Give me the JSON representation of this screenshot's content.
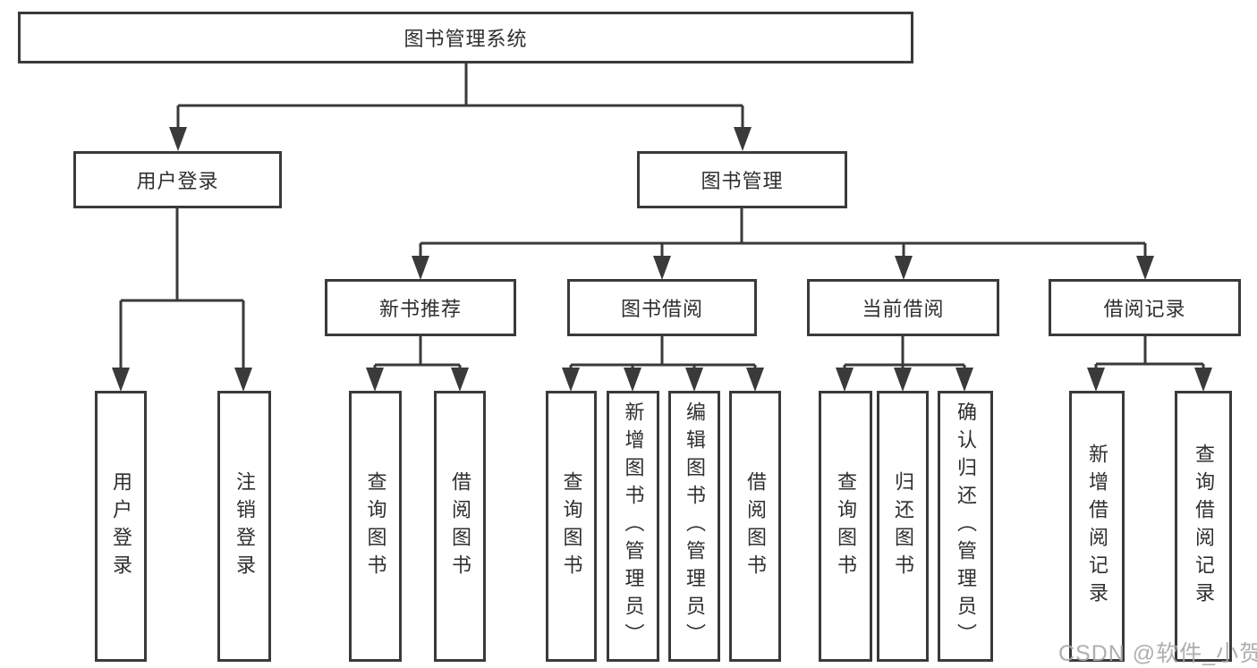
{
  "diagram": {
    "kind": "functional-decomposition-tree",
    "line_color": "#3a3a3a",
    "box_background": "#ffffff",
    "text_color": "#2f2f2f",
    "watermark_color": "#a8a8a8"
  },
  "tree": {
    "label": "图书管理系统",
    "children": [
      {
        "label": "用户登录",
        "children": [
          {
            "label": "用户登录"
          },
          {
            "label": "注销登录"
          }
        ]
      },
      {
        "label": "图书管理",
        "children": [
          {
            "label": "新书推荐",
            "children": [
              {
                "label": "查询图书"
              },
              {
                "label": "借阅图书"
              }
            ]
          },
          {
            "label": "图书借阅",
            "children": [
              {
                "label": "查询图书"
              },
              {
                "label": "新增图书（管理员）"
              },
              {
                "label": "编辑图书（管理员）"
              },
              {
                "label": "借阅图书"
              }
            ]
          },
          {
            "label": "当前借阅",
            "children": [
              {
                "label": "查询图书"
              },
              {
                "label": "归还图书"
              },
              {
                "label": "确认归还（管理员）"
              }
            ]
          },
          {
            "label": "借阅记录",
            "children": [
              {
                "label": "新增借阅记录"
              },
              {
                "label": "查询借阅记录"
              }
            ]
          }
        ]
      }
    ]
  },
  "watermark": {
    "text": "CSDN @软件_小贺同学"
  }
}
